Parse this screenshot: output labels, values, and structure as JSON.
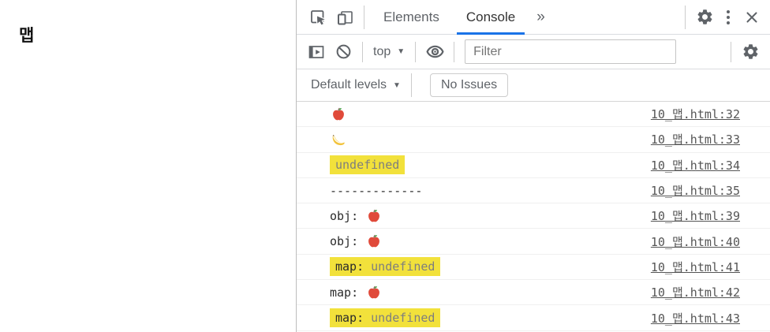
{
  "page": {
    "title": "맵"
  },
  "devtools": {
    "colors": {
      "accent": "#1a73e8",
      "highlight": "#f2e13b",
      "icon_gray": "#5f6368"
    },
    "tabbar": {
      "tabs": [
        {
          "label": "Elements",
          "active": false
        },
        {
          "label": "Console",
          "active": true
        }
      ],
      "more_tabs_symbol": "»",
      "icons": [
        "inspect-element-icon",
        "toggle-device-toolbar-icon",
        "settings-gear-icon",
        "kebab-menu-icon",
        "close-icon"
      ]
    },
    "toolbar": {
      "context_selector": "top",
      "caret": "▼",
      "filter_placeholder": "Filter",
      "icons": [
        "dock-sidebar-icon",
        "clear-console-icon",
        "live-expression-eye-icon",
        "console-settings-gear-icon"
      ]
    },
    "levels_bar": {
      "levels_label": "Default levels",
      "caret": "▼",
      "issues_label": "No Issues"
    },
    "console": {
      "rows": [
        {
          "segments": [
            {
              "kind": "apple"
            }
          ],
          "link": "10_맵.html:32"
        },
        {
          "segments": [
            {
              "kind": "banana"
            }
          ],
          "link": "10_맵.html:33"
        },
        {
          "segments": [
            {
              "kind": "hl",
              "children": [
                {
                  "kind": "muted",
                  "text": "undefined"
                }
              ]
            }
          ],
          "link": "10_맵.html:34"
        },
        {
          "segments": [
            {
              "kind": "text",
              "text": "-------------"
            }
          ],
          "link": "10_맵.html:35"
        },
        {
          "segments": [
            {
              "kind": "text",
              "text": "obj: "
            },
            {
              "kind": "apple"
            }
          ],
          "link": "10_맵.html:39"
        },
        {
          "segments": [
            {
              "kind": "text",
              "text": "obj: "
            },
            {
              "kind": "apple"
            }
          ],
          "link": "10_맵.html:40"
        },
        {
          "segments": [
            {
              "kind": "hl",
              "children": [
                {
                  "kind": "text",
                  "text": "map: "
                },
                {
                  "kind": "muted",
                  "text": "undefined"
                }
              ]
            }
          ],
          "link": "10_맵.html:41"
        },
        {
          "segments": [
            {
              "kind": "text",
              "text": "map: "
            },
            {
              "kind": "apple"
            }
          ],
          "link": "10_맵.html:42"
        },
        {
          "segments": [
            {
              "kind": "hl",
              "children": [
                {
                  "kind": "text",
                  "text": "map: "
                },
                {
                  "kind": "muted",
                  "text": "undefined"
                }
              ]
            }
          ],
          "link": "10_맵.html:43"
        }
      ]
    }
  }
}
